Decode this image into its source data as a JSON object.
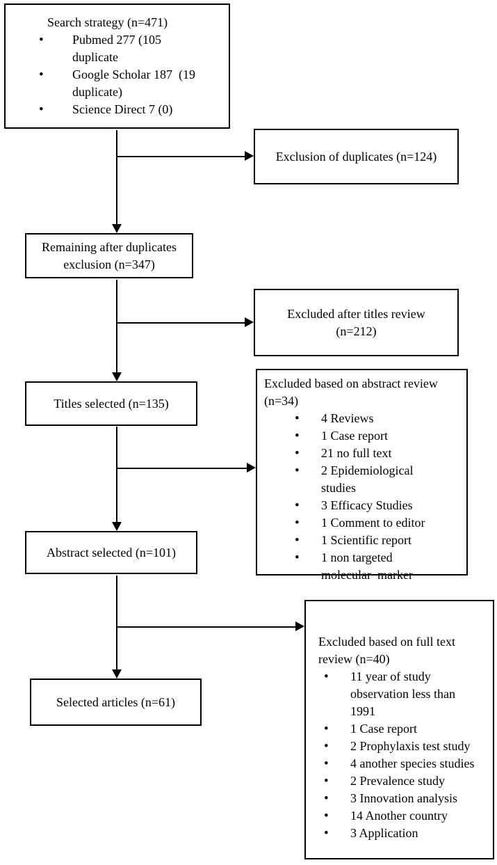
{
  "colors": {
    "border": "#000000",
    "background": "#ffffff",
    "text": "#000000"
  },
  "boxes": {
    "search_strategy": {
      "title": "Search strategy (n=471)",
      "items": [
        "Pubmed 277 (105\nduplicate",
        "Google Scholar 187  (19\nduplicate)",
        "Science Direct 7 (0)"
      ]
    },
    "exclusion_duplicates": {
      "label": "Exclusion of duplicates (n=124)"
    },
    "remaining_after_duplicates": {
      "label": "Remaining after duplicates\nexclusion (n=347)"
    },
    "excluded_titles_review": {
      "label": "Excluded after titles review\n(n=212)"
    },
    "titles_selected": {
      "label": "Titles selected (n=135)"
    },
    "excluded_abstract_review": {
      "title": "Excluded based on abstract review\n(n=34)",
      "items": [
        "4 Reviews",
        "1 Case report",
        "21 no full text",
        "2 Epidemiological\nstudies",
        "3 Efficacy Studies",
        "1 Comment to editor",
        "1 Scientific report",
        "1 non targeted\nmolecular  marker"
      ]
    },
    "abstract_selected": {
      "label": "Abstract selected (n=101)"
    },
    "excluded_fulltext_review": {
      "title": "Excluded based on full text\nreview (n=40)",
      "items": [
        "11 year of study\nobservation less than\n1991",
        "1 Case report",
        "2 Prophylaxis test study",
        "4 another species studies",
        "2 Prevalence study",
        "3 Innovation analysis",
        "14 Another country",
        "3 Application"
      ]
    },
    "selected_articles": {
      "label": "Selected articles (n=61)"
    }
  }
}
